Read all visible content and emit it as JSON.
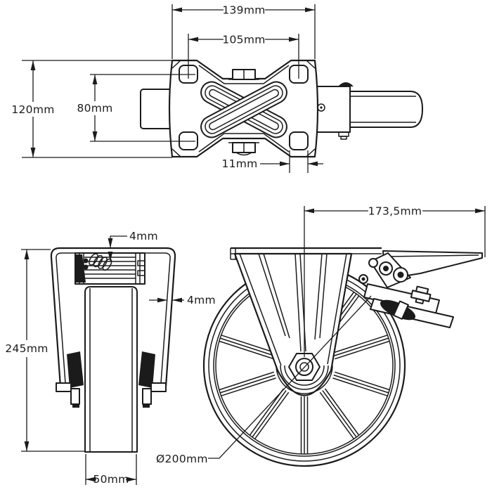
{
  "drawing": {
    "type": "technical-dimension-drawing",
    "subject": "caster wheel with brake",
    "background": "#ffffff",
    "line_color": "#1b1b1b"
  },
  "views": {
    "top": {
      "label_139": "139mm",
      "label_105": "105mm",
      "label_120": "120mm",
      "label_80": "80mm",
      "label_11": "11mm"
    },
    "front": {
      "label_4_top": "4mm",
      "label_4_side": "4mm",
      "label_245": "245mm",
      "label_50": "50mm"
    },
    "side": {
      "label_173": "173,5mm",
      "label_diameter": "Ø200mm"
    }
  }
}
